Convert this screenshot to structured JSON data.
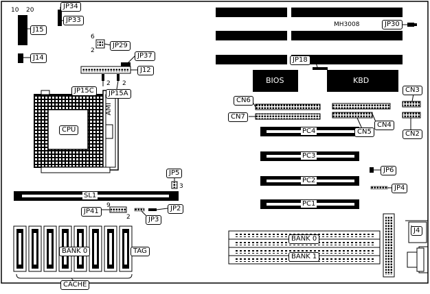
{
  "board": {
    "model": "MH3008",
    "chips": {
      "bios": "BIOS",
      "kbd": "KBD",
      "cpu": "CPU",
      "ami": "AMI"
    },
    "cpu_slot": "SL1",
    "pci": [
      "PC4",
      "PC3",
      "PC2",
      "PC1"
    ],
    "simm_banks": [
      "BANK 0",
      "BANK 1"
    ],
    "cache": {
      "bank": "BANK 0",
      "tag": "TAG",
      "label": "CACHE"
    },
    "connectors": [
      "CN6",
      "CN7",
      "CN5",
      "CN4",
      "CN3",
      "CN2",
      "J4"
    ],
    "jumpers": {
      "jp34": "JP34",
      "jp33": "JP33",
      "j15": "J15",
      "j14": "J14",
      "jp29": "JP29",
      "jp37": "JP37",
      "j12": "J12",
      "jp15c": "JP15C",
      "jp15a": "JP15A",
      "jp18": "JP18",
      "jp30": "JP30",
      "jp6": "JP6",
      "jp4": "JP4",
      "jp5": "JP5",
      "jp41": "JP41",
      "jp2": "JP2",
      "jp3": "JP3"
    },
    "pin_numbers": {
      "j15_left": "10",
      "j15_right": "20",
      "jp29_top": "6",
      "jp29_bottom": "2",
      "jp15c": "2",
      "jp15a": "2",
      "jp5": "3",
      "jp41_top": "9",
      "jp41_bottom": "2"
    }
  }
}
